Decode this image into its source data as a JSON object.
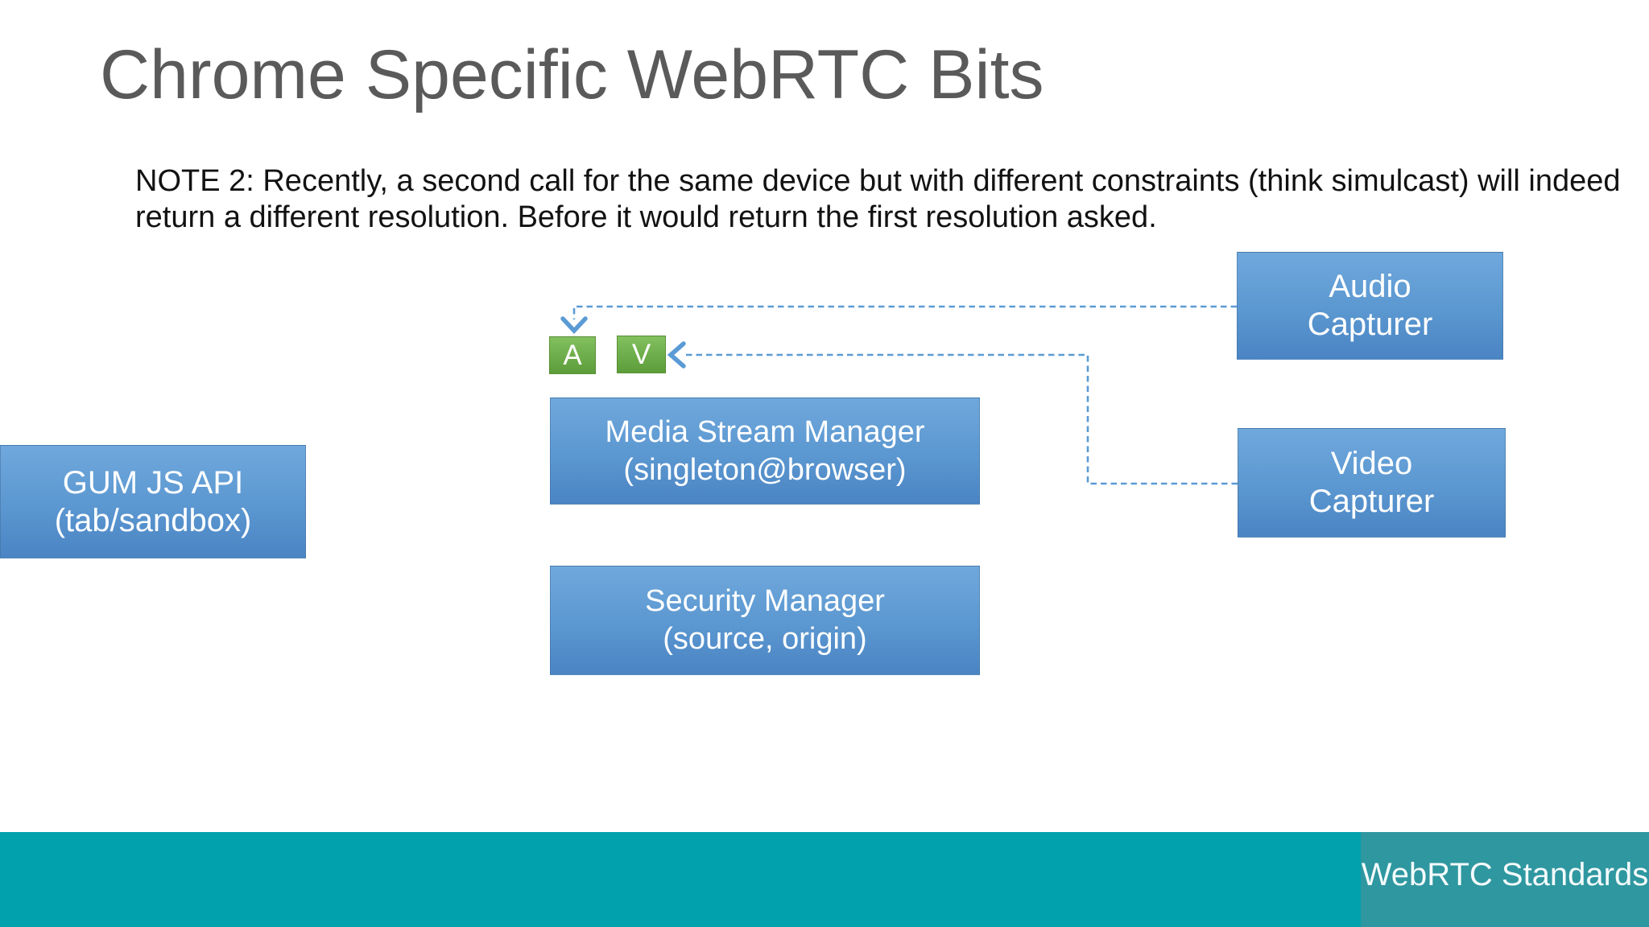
{
  "slide": {
    "title": "Chrome Specific WebRTC Bits",
    "note": {
      "line1": "NOTE 2: Recently, a second call for the same device but with different constraints (think simulcast) will indeed",
      "line2": "return a different resolution. Before it would return the first resolution asked."
    },
    "diagram": {
      "boxes": {
        "gum": {
          "line1": "GUM JS API",
          "line2": "(tab/sandbox)"
        },
        "msm": {
          "line1": "Media Stream Manager",
          "line2": "(singleton@browser)"
        },
        "security": {
          "line1": "Security Manager",
          "line2": "(source, origin)"
        },
        "audio": {
          "line1": "Audio",
          "line2": "Capturer"
        },
        "video": {
          "line1": "Video",
          "line2": "Capturer"
        }
      },
      "badges": {
        "audio": "A",
        "video": "V"
      }
    },
    "footer": {
      "brand": "WebRTC Standards"
    },
    "colors": {
      "title_gray": "#5A5A5A",
      "note_text": "#121212",
      "accent_blue_box_top": "#6FA8DC",
      "accent_blue_box_bottom": "#4A84C4",
      "badge_green_top": "#83C05F",
      "badge_green_bottom": "#5C9D3A",
      "connector_blue": "#5B9BD5",
      "footer_teal": "#01A2AE",
      "footer_brand_teal": "#2F97A0",
      "box_text": "#FFFFFF"
    }
  }
}
